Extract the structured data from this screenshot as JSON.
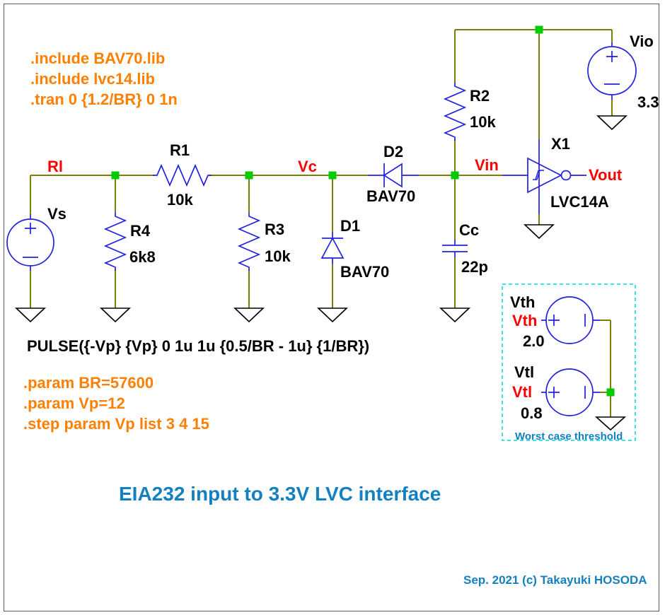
{
  "colors": {
    "wire": "#7e7e00",
    "symbol": "#2222dd",
    "junction": "#00cc00",
    "net_label": "#ff0000",
    "directive": "#ff8000",
    "annotation_blue": "#1480c0",
    "threshold_box_border": "#00d9d9",
    "component_text": "#000000"
  },
  "directives": {
    "include_bav70": ".include BAV70.lib",
    "include_lvc14": ".include lvc14.lib",
    "tran": ".tran 0 {1.2/BR} 0 1n",
    "pulse": "PULSE({-Vp} {Vp} 0 1u 1u {0.5/BR - 1u} {1/BR})",
    "param_br": ".param BR=57600",
    "param_vp": ".param Vp=12",
    "step_vp": ".step param Vp list 3 4 15"
  },
  "net_labels": {
    "rl": "Rl",
    "vc": "Vc",
    "vin": "Vin",
    "vout": "Vout"
  },
  "components": {
    "vs": {
      "ref": "Vs"
    },
    "r1": {
      "ref": "R1",
      "value": "10k"
    },
    "r2": {
      "ref": "R2",
      "value": "10k"
    },
    "r3": {
      "ref": "R3",
      "value": "10k"
    },
    "r4": {
      "ref": "R4",
      "value": "6k8"
    },
    "d1": {
      "ref": "D1",
      "value": "BAV70"
    },
    "d2": {
      "ref": "D2",
      "value": "BAV70"
    },
    "cc": {
      "ref": "Cc",
      "value": "22p"
    },
    "x1": {
      "ref": "X1",
      "value": "LVC14A"
    },
    "vio": {
      "ref": "Vio",
      "value": "3.3"
    },
    "vth": {
      "ref": "Vth",
      "net_label": "Vth",
      "value": "2.0"
    },
    "vtl": {
      "ref": "Vtl",
      "net_label": "Vtl",
      "value": "0.8"
    }
  },
  "threshold_box": {
    "caption": "Worst case threshold"
  },
  "title": "EIA232 input to 3.3V LVC interface",
  "credit": "Sep. 2021 (c) Takayuki HOSODA"
}
